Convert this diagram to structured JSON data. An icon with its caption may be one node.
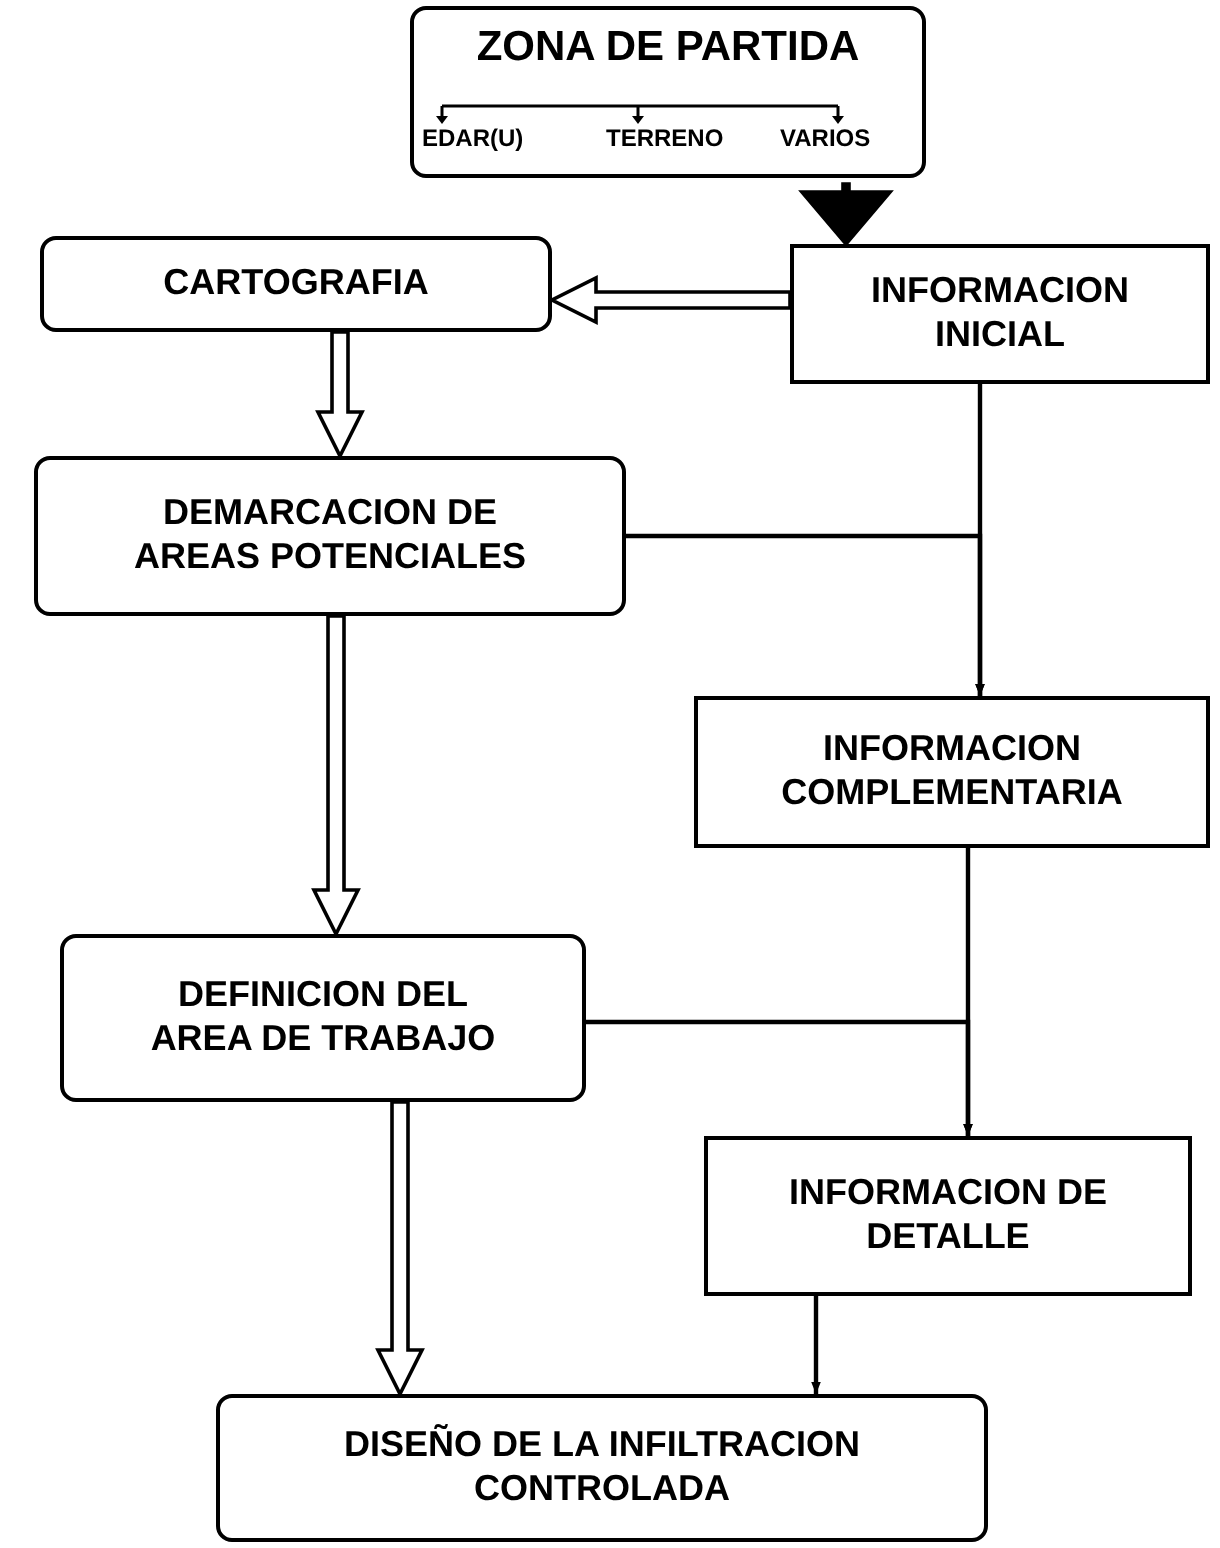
{
  "diagram": {
    "nodes": [
      {
        "text": [
          "ZONA DE PARTIDA",
          "EDAR(U)",
          "TERRENO",
          "VARIOS"
        ]
      },
      {
        "text": [
          "CARTOGRAFIA"
        ]
      },
      {
        "text": [
          "INFORMACION INICIAL"
        ]
      },
      {
        "text": [
          "DEMARCACION DE AREAS POTENCIALES"
        ]
      },
      {
        "text": [
          "INFORMACION COMPLEMENTARIA"
        ]
      },
      {
        "text": [
          "DEFINICION DEL AREA DE TRABAJO"
        ]
      },
      {
        "text": [
          "INFORMACION DE DETALLE"
        ]
      },
      {
        "text": [
          "DISEÑO DE LA INFILTRACION CONTROLADA"
        ]
      }
    ],
    "edges": [
      {
        "from": 0,
        "to": 2,
        "arrow": "to",
        "style": "thick"
      },
      {
        "from": 2,
        "to": 1,
        "arrow": "to",
        "style": "thick"
      },
      {
        "from": 1,
        "to": 3,
        "arrow": "to",
        "style": "thick"
      },
      {
        "from": 2,
        "to": 4,
        "arrow": "to"
      },
      {
        "from": 3,
        "to": 4,
        "arrow": "to"
      },
      {
        "from": 3,
        "to": 5,
        "arrow": "to",
        "style": "thick"
      },
      {
        "from": 4,
        "to": 6,
        "arrow": "to"
      },
      {
        "from": 5,
        "to": 6,
        "arrow": "to"
      },
      {
        "from": 5,
        "to": 7,
        "arrow": "to",
        "style": "thick"
      },
      {
        "from": 6,
        "to": 7,
        "arrow": "to"
      }
    ]
  }
}
